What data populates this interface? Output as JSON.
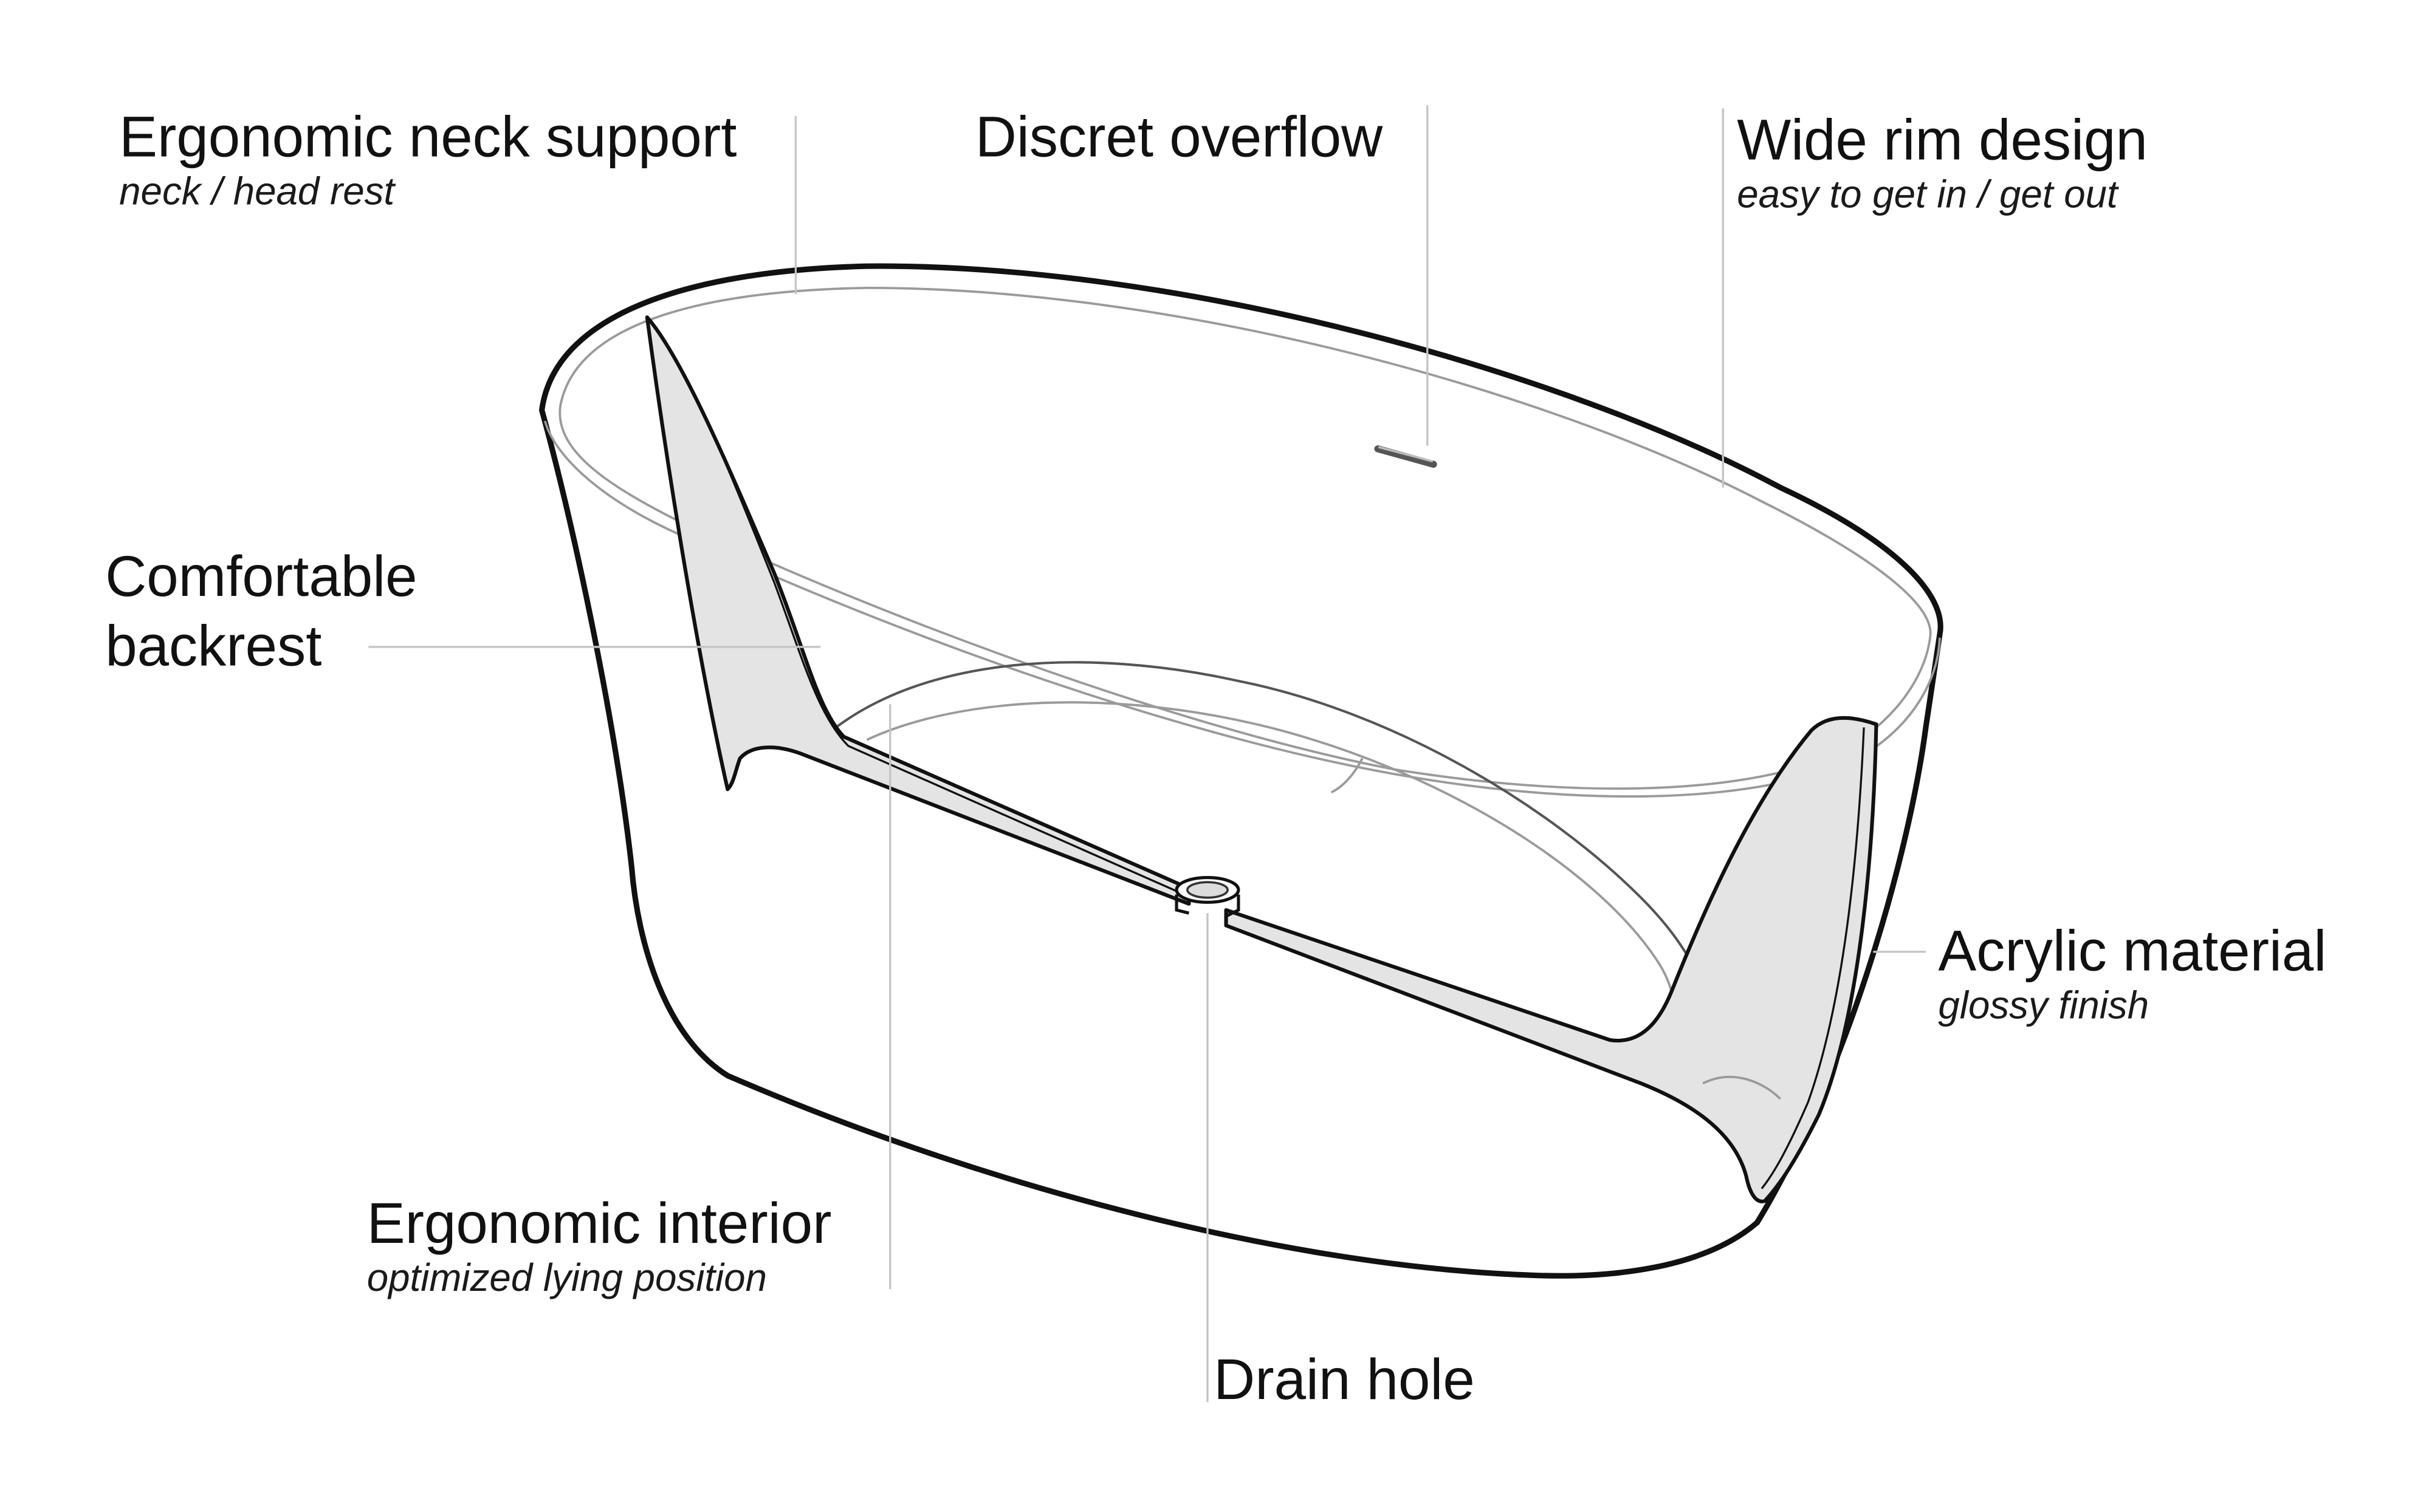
{
  "labels": {
    "neck_support": {
      "title": "Ergonomic neck support",
      "subtitle": "neck / head rest"
    },
    "overflow": {
      "title": "Discret overflow"
    },
    "wide_rim": {
      "title": "Wide rim design",
      "subtitle": "easy to get in / get out"
    },
    "backrest": {
      "line1": "Comfortable",
      "line2": "backrest"
    },
    "acrylic": {
      "title": "Acrylic material",
      "subtitle": "glossy finish"
    },
    "interior": {
      "title": "Ergonomic interior",
      "subtitle": "optimized lying position"
    },
    "drain": {
      "title": "Drain hole"
    }
  }
}
